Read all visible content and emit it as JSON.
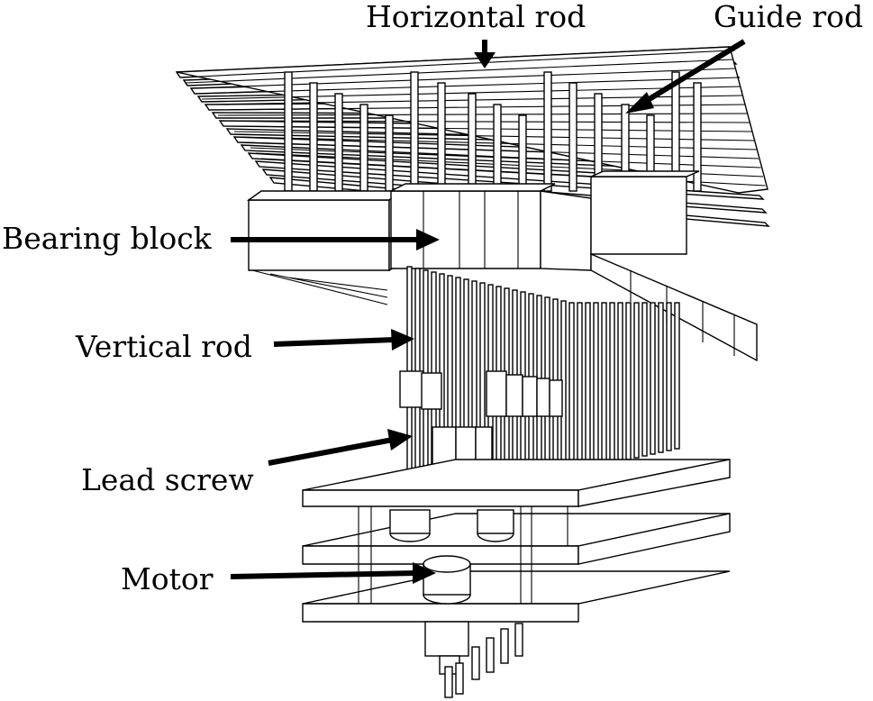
{
  "labels": {
    "horizontal_rod": "Horizontal rod",
    "guide_rod": "Guide rod",
    "bearing_block": "Bearing block",
    "vertical_rod": "Vertical rod",
    "lead_screw": "Lead screw",
    "motor": "Motor"
  }
}
